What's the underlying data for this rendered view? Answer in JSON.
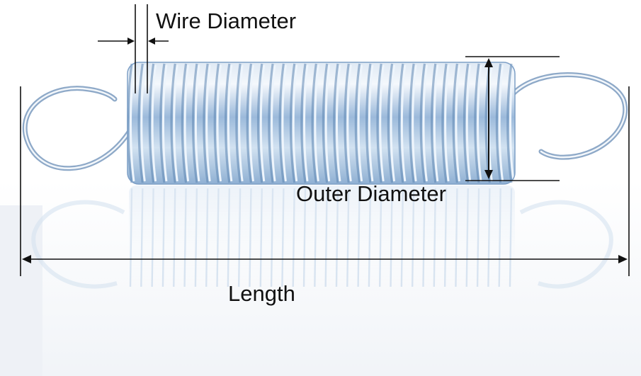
{
  "labels": {
    "wire_diameter": "Wire Diameter",
    "outer_diameter": "Outer Diameter",
    "length": "Length"
  },
  "colors": {
    "background": "#ffffff",
    "spring_steel": "#a9c7e6",
    "spring_highlight": "#eef5fc",
    "spring_shadow": "#5f86b3",
    "dimension_line": "#111111",
    "text": "#111111"
  },
  "spring": {
    "coil_count": 36
  }
}
